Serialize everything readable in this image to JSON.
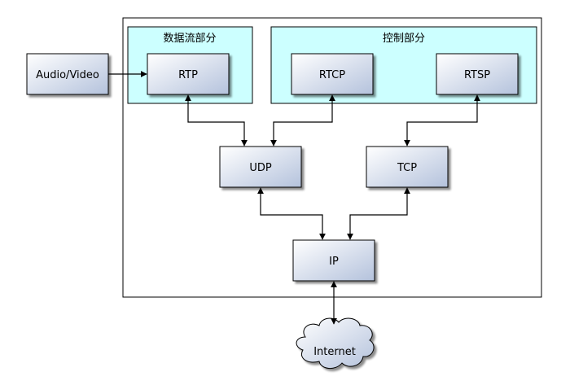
{
  "sections": {
    "data_stream": "数据流部分",
    "control": "控制部分"
  },
  "nodes": {
    "audio_video": "Audio/Video",
    "rtp": "RTP",
    "rtcp": "RTCP",
    "rtsp": "RTSP",
    "udp": "UDP",
    "tcp": "TCP",
    "ip": "IP",
    "internet": "Internet"
  },
  "colors": {
    "section_fill": "#ccffff",
    "box_gradient_light": "#ffffff",
    "box_gradient_dark": "#b4c2dc"
  }
}
